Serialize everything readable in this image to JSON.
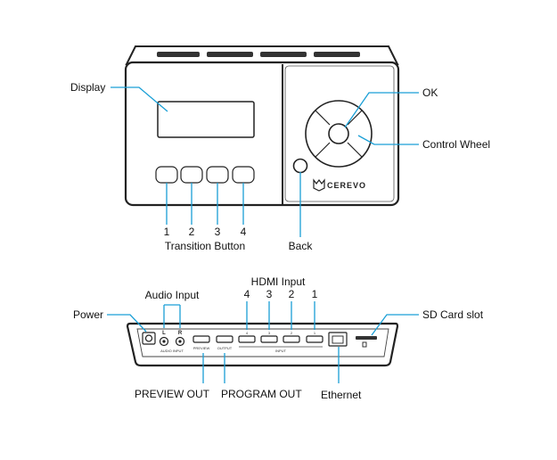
{
  "top_view": {
    "brand": "CEREVO",
    "labels": {
      "display": "Display",
      "ok": "OK",
      "control_wheel": "Control Wheel",
      "back": "Back",
      "transition_button": "Transition Button"
    },
    "button_numbers": [
      "1",
      "2",
      "3",
      "4"
    ]
  },
  "rear_view": {
    "labels": {
      "power": "Power",
      "audio_input": "Audio Input",
      "hdmi_input": "HDMI Input",
      "sd_card_slot": "SD Card slot",
      "preview_out": "PREVIEW OUT",
      "program_out": "PROGRAM OUT",
      "ethernet": "Ethernet"
    },
    "hdmi_numbers": [
      "4",
      "3",
      "2",
      "1"
    ],
    "audio_channels": [
      "L",
      "R"
    ],
    "panel_text": {
      "audio_input": "AUDIO INPUT",
      "preview": "PREVIEW",
      "output": "OUTPUT",
      "input": "INPUT",
      "port_numbers": [
        "4",
        "3",
        "2",
        "1"
      ]
    }
  },
  "colors": {
    "leader_line": "#1a9fd6",
    "outline": "#222222",
    "text": "#111111"
  }
}
